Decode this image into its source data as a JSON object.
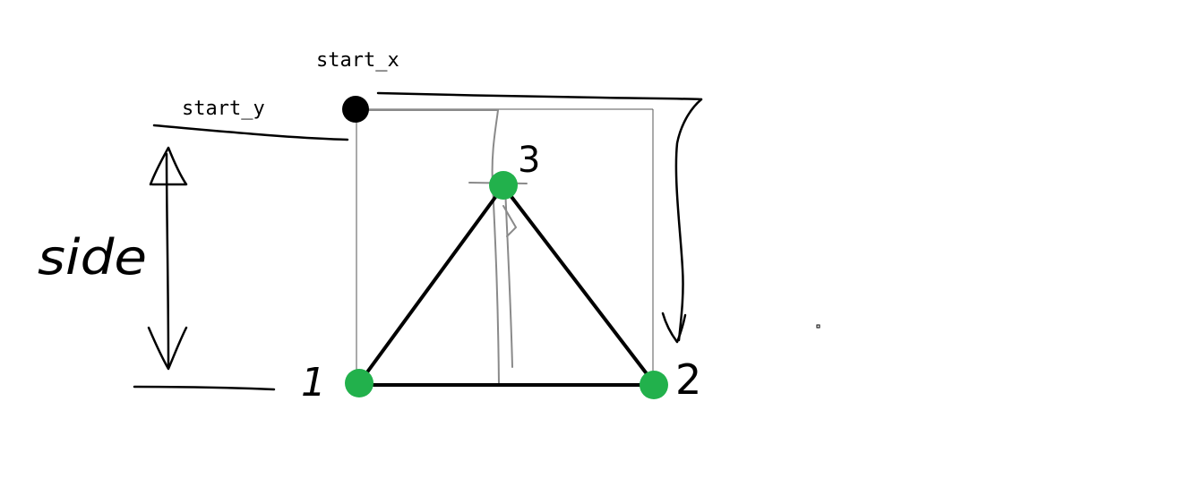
{
  "labels": {
    "start_x": "start_x",
    "start_y": "start_y",
    "side": "side",
    "point1": "1",
    "point2": "2",
    "point3": "3"
  },
  "colors": {
    "ink": "#000000",
    "guide": "#888888",
    "vertex": "#22b14c",
    "origin": "#000000",
    "box": "#555555"
  }
}
